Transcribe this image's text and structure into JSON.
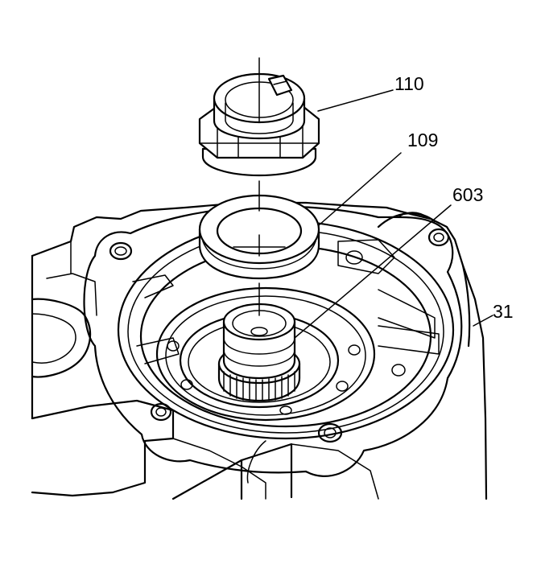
{
  "callouts": {
    "nut": "110",
    "washer": "109",
    "shaft": "603",
    "housing": "31"
  }
}
